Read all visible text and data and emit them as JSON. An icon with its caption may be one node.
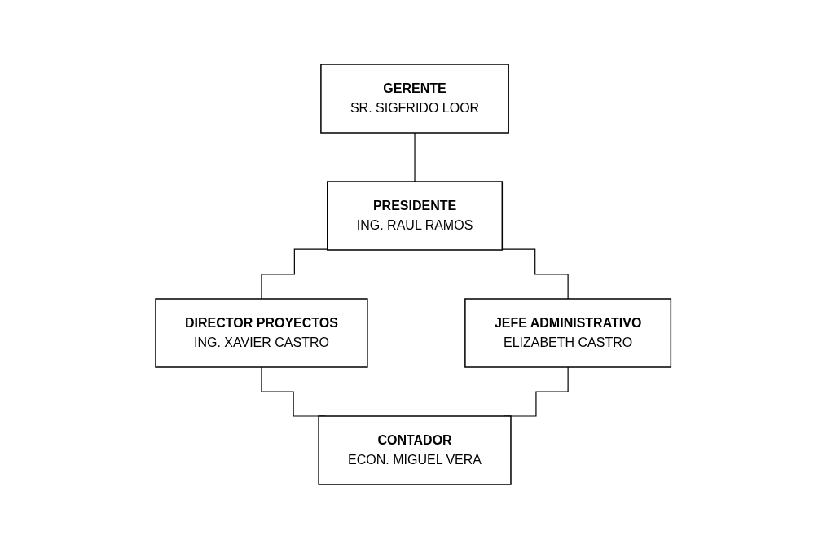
{
  "diagram": {
    "nodes": [
      {
        "text": [
          "GERENTE",
          "SR. SIGFRIDO LOOR"
        ]
      },
      {
        "text": [
          "PRESIDENTE",
          "ING. RAUL RAMOS"
        ]
      },
      {
        "text": [
          "DIRECTOR PROYECTOS",
          "ING. XAVIER CASTRO"
        ]
      },
      {
        "text": [
          "JEFE ADMINISTRATIVO",
          "ELIZABETH CASTRO"
        ]
      },
      {
        "text": [
          "CONTADOR",
          "ECON. MIGUEL VERA"
        ]
      }
    ],
    "edges": [
      {
        "from": 0,
        "to": 1,
        "arrow": "none"
      },
      {
        "from": 1,
        "to": 2,
        "arrow": "none"
      },
      {
        "from": 1,
        "to": 3,
        "arrow": "none"
      },
      {
        "from": 2,
        "to": 4,
        "arrow": "none"
      },
      {
        "from": 3,
        "to": 4,
        "arrow": "none"
      }
    ]
  }
}
